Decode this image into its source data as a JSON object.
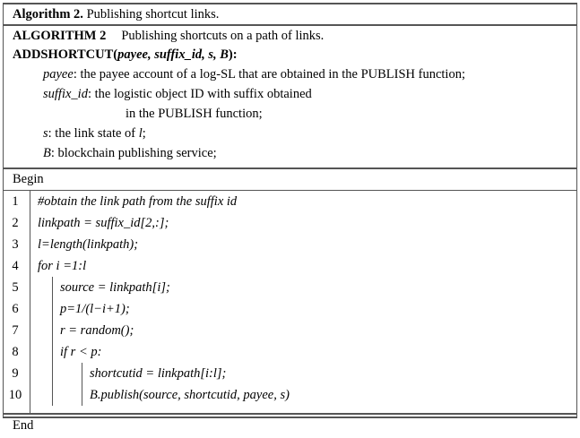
{
  "caption": {
    "label": "Algorithm 2.",
    "text": " Publishing shortcut links."
  },
  "header": {
    "title_bold": "ALGORITHM 2",
    "title_rest": "Publishing shortcuts on a path of links.",
    "signature_name": "ADDSHORTCUT",
    "signature_open": "(",
    "signature_params": "payee, suffix_id, s, B",
    "signature_close": "):",
    "params": [
      {
        "name": "payee",
        "desc": ": the payee account of a log-SL that are obtained in the PUBLISH function;",
        "continuation": ""
      },
      {
        "name": "suffix_id",
        "desc": ": the logistic object ID with suffix obtained",
        "continuation": "in the PUBLISH function;"
      },
      {
        "name": "s",
        "desc": ": the link state of ",
        "desc_italic_tail": "l",
        "desc_tail": ";",
        "continuation": ""
      },
      {
        "name": "B",
        "desc": ": blockchain publishing service;",
        "continuation": ""
      }
    ]
  },
  "body": {
    "begin_label": "Begin",
    "end_label": "End",
    "steps": [
      {
        "num": "1",
        "indent": 0,
        "code": "#obtain the link path from the suffix id",
        "roman": true
      },
      {
        "num": "2",
        "indent": 0,
        "code": "linkpath = suffix_id[2,:];",
        "roman": false
      },
      {
        "num": "3",
        "indent": 0,
        "code": "l=length(linkpath);",
        "roman": false
      },
      {
        "num": "4",
        "indent": 0,
        "code": "for i =1:l",
        "roman": false
      },
      {
        "num": "5",
        "indent": 1,
        "code": "source = linkpath[i];",
        "roman": false
      },
      {
        "num": "6",
        "indent": 1,
        "code": "p=1/(l−i+1);",
        "roman": false
      },
      {
        "num": "7",
        "indent": 1,
        "code": "r = random();",
        "roman": false
      },
      {
        "num": "8",
        "indent": 1,
        "code": "if r < p:",
        "roman": false
      },
      {
        "num": "9",
        "indent": 2,
        "code": "shortcutid = linkpath[i:l];",
        "roman": false
      },
      {
        "num": "10",
        "indent": 2,
        "code": "B.publish(source, shortcutid, payee, s)",
        "roman": false
      }
    ]
  },
  "colors": {
    "border": "#555555",
    "text": "#000000",
    "background": "#ffffff"
  }
}
